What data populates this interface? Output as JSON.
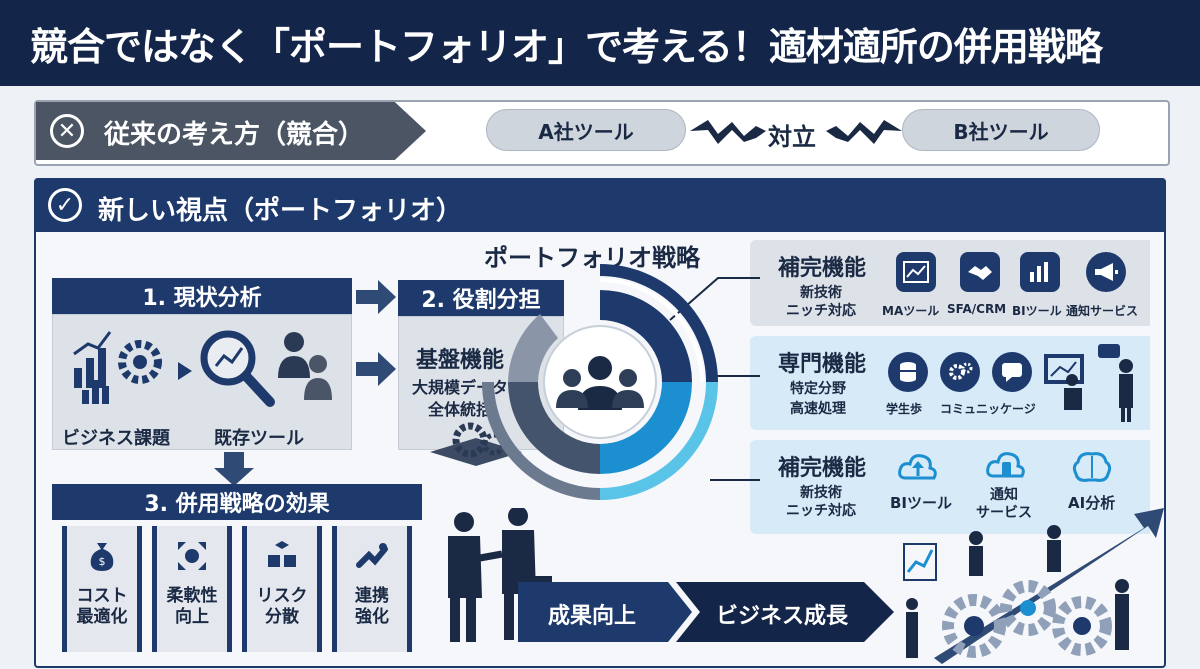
{
  "header": {
    "title": "競合ではなく「ポートフォリオ」で考える！適材適所の併用戦略"
  },
  "old_view": {
    "label": "従来の考え方（競合）",
    "tool_a": "A社ツール",
    "vs": "対立",
    "tool_b": "B社ツール"
  },
  "new_view": {
    "label": "新しい視点（ポートフォリオ）"
  },
  "step1": {
    "title": "1. 現状分析",
    "item1": "ビジネス課題",
    "item2": "既存ツール"
  },
  "step2": {
    "title": "2. 役割分担",
    "base_title": "基盤機能",
    "base_line1": "大規模データ",
    "base_line2": "全体統括"
  },
  "portfolio": {
    "title": "ポートフォリオ戦略"
  },
  "band1": {
    "title": "補完機能",
    "sub1": "新技術",
    "sub2": "ニッチ対応",
    "tools": [
      "MAツール",
      "SFA/CRM",
      "BIツール",
      "通知サービス"
    ]
  },
  "band2": {
    "title": "専門機能",
    "sub1": "特定分野",
    "sub2": "高速処理",
    "tools": [
      "学生歩",
      "コミュニッケージ"
    ]
  },
  "band3": {
    "title": "補完機能",
    "sub1": "新技術",
    "sub2": "ニッチ対応",
    "tools": [
      "BIツール",
      "通知",
      "サービス",
      "AI分析"
    ]
  },
  "step3": {
    "title": "3. 併用戦略の効果",
    "cards": [
      {
        "line1": "コスト",
        "line2": "最適化"
      },
      {
        "line1": "柔軟性",
        "line2": "向上"
      },
      {
        "line1": "リスク",
        "line2": "分散"
      },
      {
        "line1": "連携",
        "line2": "強化"
      }
    ]
  },
  "outcome": {
    "arrow1": "成果向上",
    "arrow2": "ビジネス成長"
  },
  "colors": {
    "navy": "#14254a",
    "accent": "#1e3a6d",
    "blue": "#1b8fd0",
    "cyan": "#59c3e8"
  }
}
